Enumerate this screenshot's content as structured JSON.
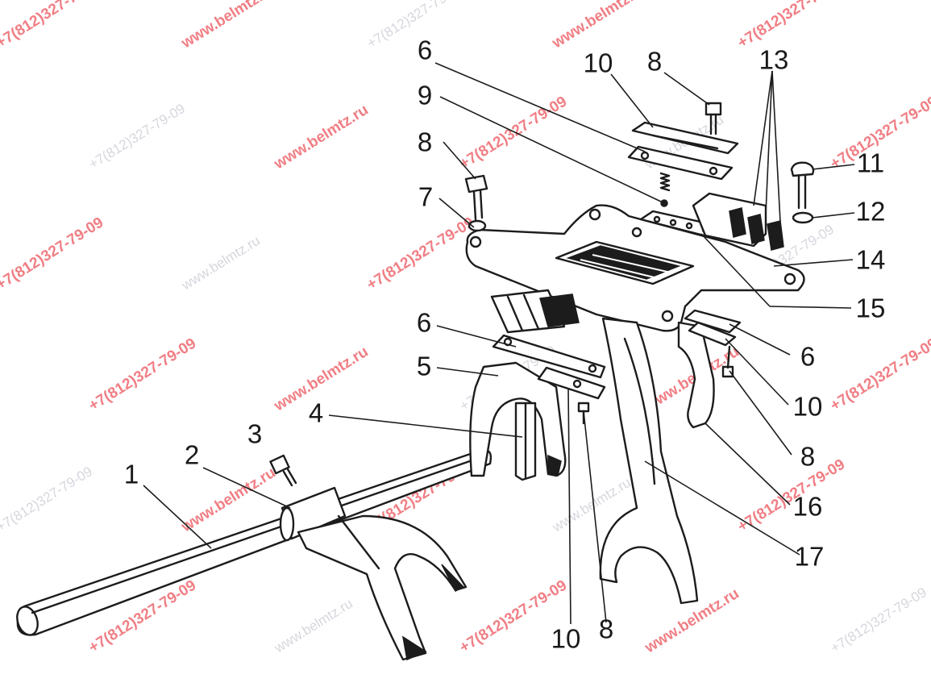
{
  "watermarks": [
    "www.belmtz.ru",
    "+7(812)327-79-09"
  ],
  "callouts": {
    "c1": "1",
    "c2": "2",
    "c3": "3",
    "c4": "4",
    "c5": "5",
    "c6a": "6",
    "c6b": "6",
    "c6c": "6",
    "c7": "7",
    "c8a": "8",
    "c8b": "8",
    "c8c": "8",
    "c8d": "8",
    "c9": "9",
    "c10a": "10",
    "c10b": "10",
    "c10c": "10",
    "c11": "11",
    "c12": "12",
    "c13": "13",
    "c14": "14",
    "c15": "15",
    "c16": "16",
    "c17": "17"
  },
  "colors": {
    "ink": "#1c1c1c",
    "watermark_red": "#e8303a",
    "watermark_gray": "#8a8aa0"
  }
}
